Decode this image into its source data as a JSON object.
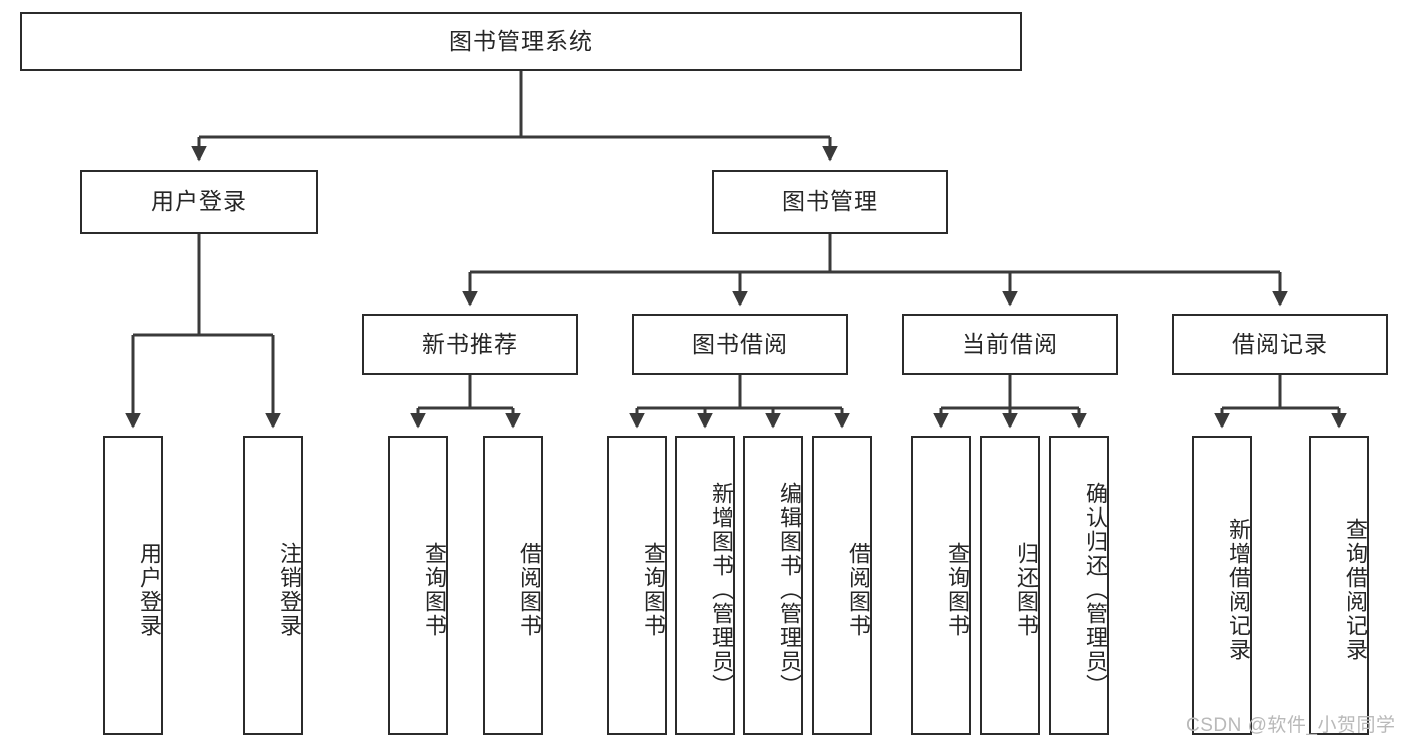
{
  "diagram": {
    "title": "图书管理系统",
    "type": "tree-hierarchy-chart",
    "root": {
      "label": "图书管理系统"
    },
    "level2": [
      {
        "label": "用户登录"
      },
      {
        "label": "图书管理"
      }
    ],
    "level3": [
      {
        "label": "新书推荐"
      },
      {
        "label": "图书借阅"
      },
      {
        "label": "当前借阅"
      },
      {
        "label": "借阅记录"
      }
    ],
    "leaves": {
      "user_login": [
        {
          "label": "用户登录"
        },
        {
          "label": "注销登录"
        }
      ],
      "new_book_recommend": [
        {
          "label": "查询图书"
        },
        {
          "label": "借阅图书"
        }
      ],
      "book_borrow": [
        {
          "label": "查询图书"
        },
        {
          "label": "新增图书（管理员）"
        },
        {
          "label": "编辑图书（管理员）"
        },
        {
          "label": "借阅图书"
        }
      ],
      "current_borrow": [
        {
          "label": "查询图书"
        },
        {
          "label": "归还图书"
        },
        {
          "label": "确认归还（管理员）"
        }
      ],
      "borrow_record": [
        {
          "label": "新增借阅记录"
        },
        {
          "label": "查询借阅记录"
        }
      ]
    }
  },
  "watermark": {
    "text": "CSDN @软件_小贺同学"
  },
  "colors": {
    "box_border": "#2b2b2b",
    "box_fill": "#ffffff",
    "connector": "#3a3a3a",
    "text": "#262626",
    "watermark": "#b9b9b9"
  }
}
